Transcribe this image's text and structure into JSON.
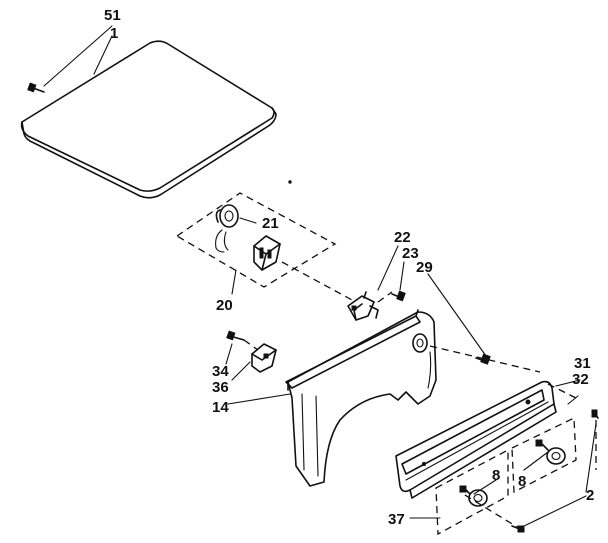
{
  "callouts": {
    "c51": "51",
    "c1": "1",
    "c21": "21",
    "c20": "20",
    "c22": "22",
    "c23": "23",
    "c29": "29",
    "c34": "34",
    "c36": "36",
    "c14": "14",
    "c31": "31",
    "c32": "32",
    "c8a": "8",
    "c8b": "8",
    "c2": "2",
    "c37": "37"
  }
}
